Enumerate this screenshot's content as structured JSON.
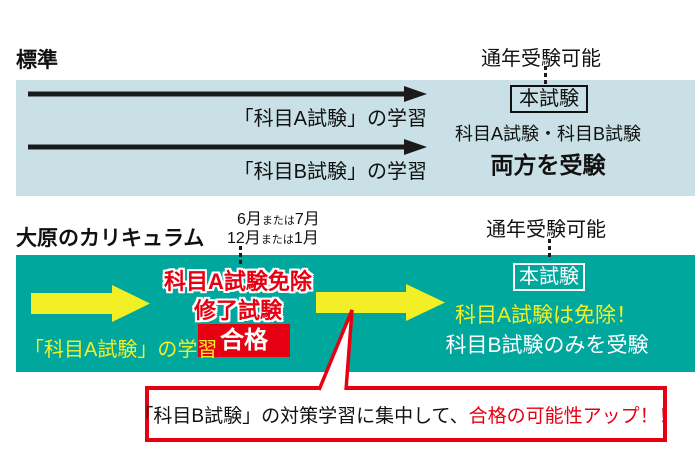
{
  "colors": {
    "panel_blue": "#c9e1e6",
    "panel_teal": "#00a79d",
    "yellow": "#f3ef26",
    "red": "#e60012",
    "ink": "#1a1a1a",
    "white": "#ffffff"
  },
  "standard": {
    "heading": "標準",
    "track_a_label": "「科目A試験」の学習",
    "track_b_label": "「科目B試験」の学習",
    "exam_note": "通年受験可能",
    "exam_box": "本試験",
    "exam_detail_line1": "科目A試験・科目B試験",
    "exam_detail_line2": "両方を受験"
  },
  "ohara": {
    "heading": "大原のカリキュラム",
    "date_line1": {
      "num1": "6月",
      "mid": "または",
      "num2": "7月"
    },
    "date_line2": {
      "num1": "12月",
      "mid": "または",
      "num2": "1月"
    },
    "study_label": "「科目A試験」の学習",
    "exemption_line1": "科目A試験免除",
    "exemption_line2": "修了試験",
    "pass_badge": "合格",
    "exam_note": "通年受験可能",
    "exam_box": "本試験",
    "exempt_line": "科目A試験は免除！",
    "exam_only_line": "科目B試験のみを受験"
  },
  "callout": {
    "text_black": "「科目B試験」の対策学習に集中して、",
    "text_red": "合格の可能性アップ！！"
  }
}
